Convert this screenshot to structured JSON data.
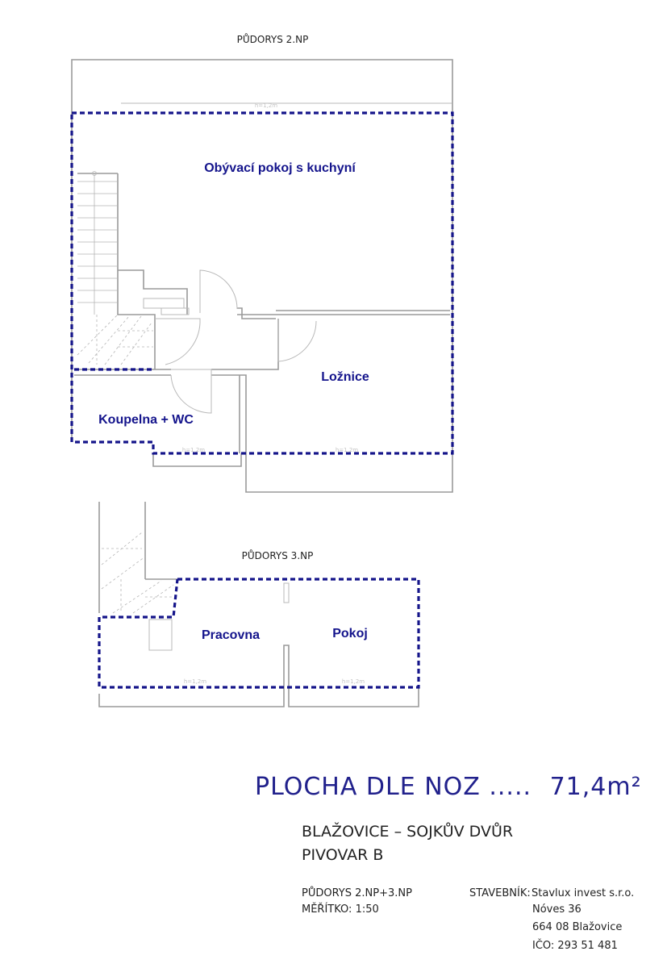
{
  "floor2": {
    "title": "PŮDORYS 2.NP",
    "rooms": {
      "living": "Obývací pokoj s kuchyní",
      "bedroom": "Ložnice",
      "bathroom": "Koupelna + WC"
    },
    "height_note": "h=1,2m"
  },
  "floor3": {
    "title": "PŮDORYS 3.NP",
    "rooms": {
      "study": "Pracovna",
      "room": "Pokoj"
    },
    "height_note": "h=1,2m"
  },
  "area": {
    "label": "PLOCHA DLE NOZ .....",
    "value": "71,4m²"
  },
  "project": {
    "line1": "BLAŽOVICE – SOJKŮV DVŮR",
    "line2": "PIVOVAR B"
  },
  "drawing": {
    "name": "PŮDORYS 2.NP+3.NP",
    "scale": "MĚŘÍTKO: 1:50"
  },
  "builder": {
    "label": "STAVEBNÍK:",
    "company": "Stavlux invest s.r.o.",
    "address1": "Nóves 36",
    "address2": "664 08 Blažovice",
    "ico": "IČO: 293 51 481"
  },
  "colors": {
    "area_outline": "#15158a",
    "room_label": "#14148c",
    "walls": "#9a9a9a"
  }
}
